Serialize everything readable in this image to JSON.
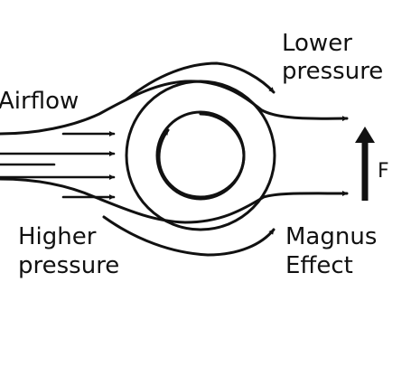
{
  "labels": {
    "airflow": "Airflow",
    "lower_pressure_line1": "Lower",
    "lower_pressure_line2": "pressure",
    "higher_pressure_line1": "Higher",
    "higher_pressure_line2": "pressure",
    "magnus_line1": "Magnus",
    "magnus_line2": "Effect",
    "force": "F"
  },
  "colors": {
    "ink": "#111111",
    "background": "#ffffff"
  }
}
